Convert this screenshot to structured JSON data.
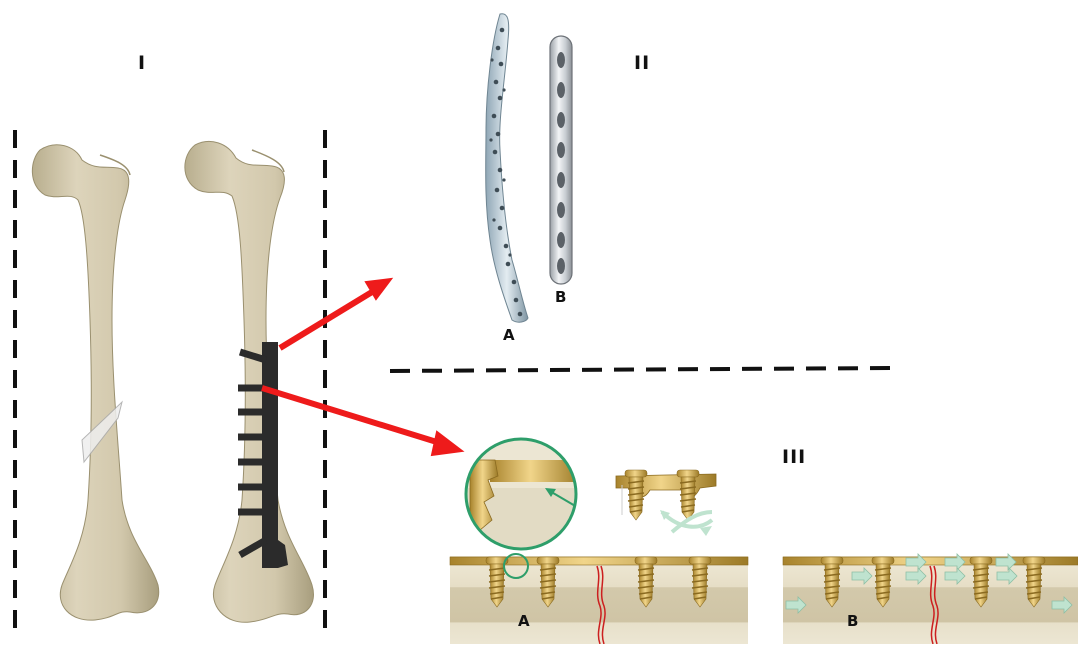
{
  "section_labels": {
    "section_1": "I",
    "section_2": "II",
    "section_3": "III"
  },
  "plate_labels": {
    "plate_a": "A",
    "plate_b": "B"
  },
  "panel_labels": {
    "panel_a": "A",
    "panel_b": "B"
  },
  "colors": {
    "bone": "#d4cbb2",
    "bone_shade": "#b3a988",
    "plate_fixation": "#2b2b2b",
    "arrow": "#ee1b1b",
    "screw_gold": "#d7b45a",
    "fracture_line": "#cc1f1f",
    "magnifier_ring": "#2e9e6a",
    "compression_arrow": "#bfe3cf"
  }
}
